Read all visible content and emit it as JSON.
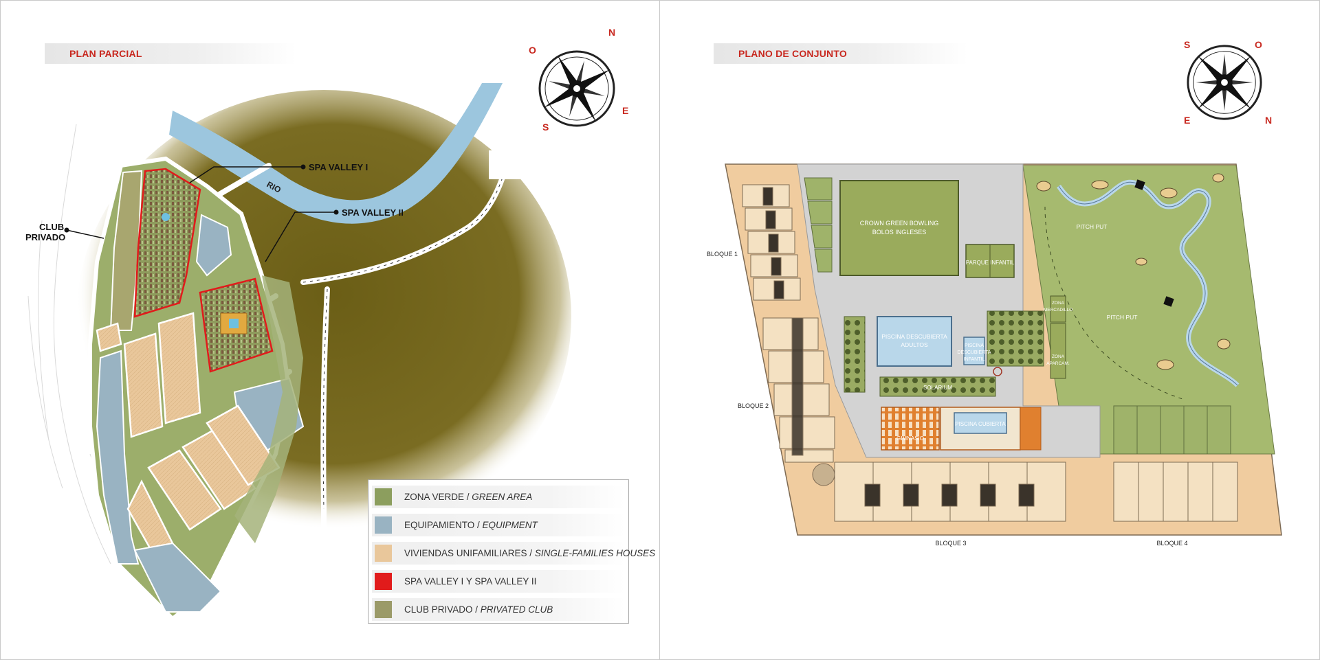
{
  "left_page": {
    "title": "PLAN PARCIAL",
    "compass": {
      "n": "N",
      "o": "O",
      "e": "E",
      "s": "S"
    },
    "labels": {
      "spa_valley_1": "SPA VALLEY I",
      "spa_valley_2": "SPA VALLEY II",
      "club_line1": "CLUB",
      "club_line2": "PRIVADO",
      "river": "RIO"
    },
    "legend": [
      {
        "es": "ZONA VERDE / ",
        "en": "GREEN AREA",
        "color": "#8c9e5e"
      },
      {
        "es": "EQUIPAMIENTO / ",
        "en": "EQUIPMENT",
        "color": "#99b3c2"
      },
      {
        "es": "VIVIENDAS UNIFAMILIARES / ",
        "en": "SINGLE-FAMILIES HOUSES",
        "color": "#e9c79b"
      },
      {
        "es": "SPA VALLEY I Y SPA VALLEY II",
        "en": "",
        "color": "#e11b1b"
      },
      {
        "es": "CLUB PRIVADO / ",
        "en": "PRIVATED CLUB",
        "color": "#9b9a68"
      }
    ]
  },
  "right_page": {
    "title": "PLANO DE CONJUNTO",
    "compass": {
      "s": "S",
      "o": "O",
      "e": "E",
      "n": "N"
    },
    "labels": {
      "bloque1": "BLOQUE 1",
      "bloque2": "BLOQUE 2",
      "bloque3": "BLOQUE 3",
      "bloque4": "BLOQUE 4",
      "bowling1": "CROWN GREEN BOWLING",
      "bowling2": "BOLOS INGLESES",
      "parque": "PARQUE   INFANTIL",
      "pitch1": "PITCH PUT",
      "pitch2": "PITCH PUT",
      "piscina1a": "PISCINA DESCUBIERTA",
      "piscina1b": "ADULTOS",
      "piscina2a": "PISCINA",
      "piscina2b": "DESCUBIERTA",
      "piscina2c": "INFANTIL",
      "solarium": "SOLARIUM",
      "gimnasio": "GIMNASIO",
      "cubierta": "PISCINA CUBIERTA",
      "zona_a": "ZONA",
      "zona_b": "MERCADILLO",
      "aparc_a": "ZONA",
      "aparc_b": "APARCAM."
    }
  },
  "colors": {
    "accent_red": "#c8281f",
    "green": "#8c9e5e",
    "equipment_blue": "#99b3c2",
    "houses_tan": "#e9c79b",
    "spa_red": "#e11b1b",
    "club_olive": "#9b9a68",
    "river_blue": "#9cc6de",
    "olive_dark": "#6b5e16"
  }
}
